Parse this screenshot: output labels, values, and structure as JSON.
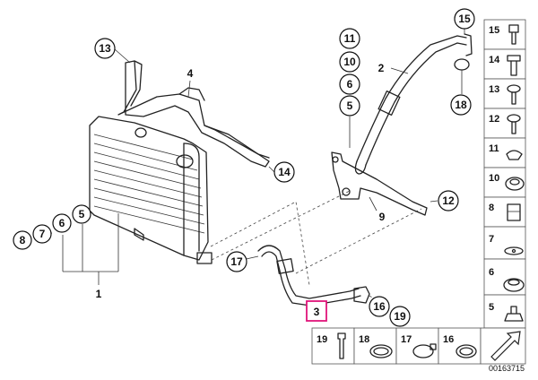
{
  "callouts_left": {
    "c13": "13",
    "c4": "4",
    "c14": "14",
    "c6": "6",
    "c5": "5",
    "c8": "8",
    "c7": "7",
    "c1": "1",
    "c17": "17",
    "c3": "3",
    "c16": "16",
    "c19": "19"
  },
  "callouts_right": {
    "c11": "11",
    "c10": "10",
    "c6": "6",
    "c5": "5",
    "c2": "2",
    "c15": "15",
    "c18": "18",
    "c12": "12",
    "c9": "9"
  },
  "side_table": [
    "15",
    "14",
    "13",
    "12",
    "11",
    "10",
    "8",
    "7",
    "6",
    "5"
  ],
  "bottom_table": [
    "19",
    "18",
    "17",
    "16"
  ],
  "doc_number": "00163715",
  "highlight_color": "#e0147a"
}
